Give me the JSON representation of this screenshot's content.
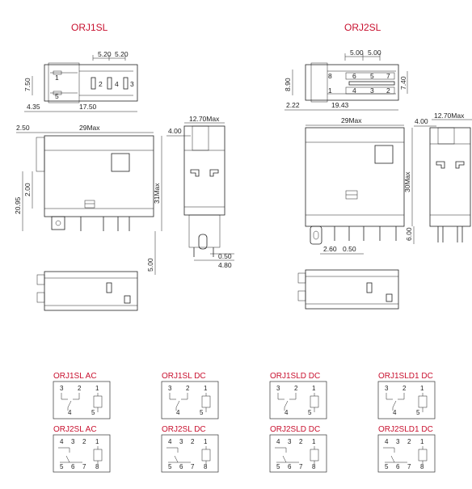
{
  "titles": {
    "left": "ORJ1SL",
    "right": "ORJ2SL"
  },
  "dims_left": {
    "top_a": "5.20",
    "top_b": "5.20",
    "h750": "7.50",
    "w435": "4.35",
    "w1750": "17.50",
    "w250": "2.50",
    "w29": "29Max",
    "h2095": "20.95",
    "h200": "2.00",
    "h31": "31Max",
    "h500": "5.00",
    "s400": "4.00",
    "s1270": "12.70Max",
    "s050": "0.50",
    "s480": "4.80"
  },
  "pins_left": [
    "1",
    "2",
    "4",
    "5",
    "3"
  ],
  "dims_right": {
    "top_a": "5.00",
    "top_b": "5.00",
    "h890": "8.90",
    "h740": "7.40",
    "w222": "2.22",
    "w1943": "19.43",
    "w29": "29Max",
    "h30": "30Max",
    "h600": "6.00",
    "w260": "2.60",
    "w050": "0.50",
    "s400": "4.00",
    "s1270": "12.70Max"
  },
  "pins_right": [
    "8",
    "6",
    "5",
    "1",
    "7",
    "4",
    "3",
    "2"
  ],
  "schematics": [
    {
      "label": "ORJ1SL    AC",
      "pins": [
        "3",
        "2",
        "1",
        "4",
        "5"
      ]
    },
    {
      "label": "ORJ1SL DC",
      "pins": [
        "3",
        "2",
        "1",
        "4",
        "5"
      ]
    },
    {
      "label": "ORJ1SLD DC",
      "pins": [
        "3",
        "2",
        "1",
        "4",
        "5"
      ]
    },
    {
      "label": "ORJ1SLD1 DC",
      "pins": [
        "3",
        "2",
        "1",
        "4",
        "5"
      ]
    },
    {
      "label": "ORJ2SL    AC",
      "pins": [
        "4",
        "3",
        "2",
        "1",
        "5",
        "6",
        "7",
        "8"
      ]
    },
    {
      "label": "ORJ2SL DC",
      "pins": [
        "4",
        "3",
        "2",
        "1",
        "5",
        "6",
        "7",
        "8"
      ]
    },
    {
      "label": "ORJ2SLD DC",
      "pins": [
        "4",
        "3",
        "2",
        "1",
        "5",
        "6",
        "7",
        "8"
      ]
    },
    {
      "label": "ORJ2SLD1 DC",
      "pins": [
        "4",
        "3",
        "2",
        "1",
        "5",
        "6",
        "7",
        "8"
      ]
    }
  ],
  "colors": {
    "title": "#c8102e",
    "line": "#222222"
  }
}
